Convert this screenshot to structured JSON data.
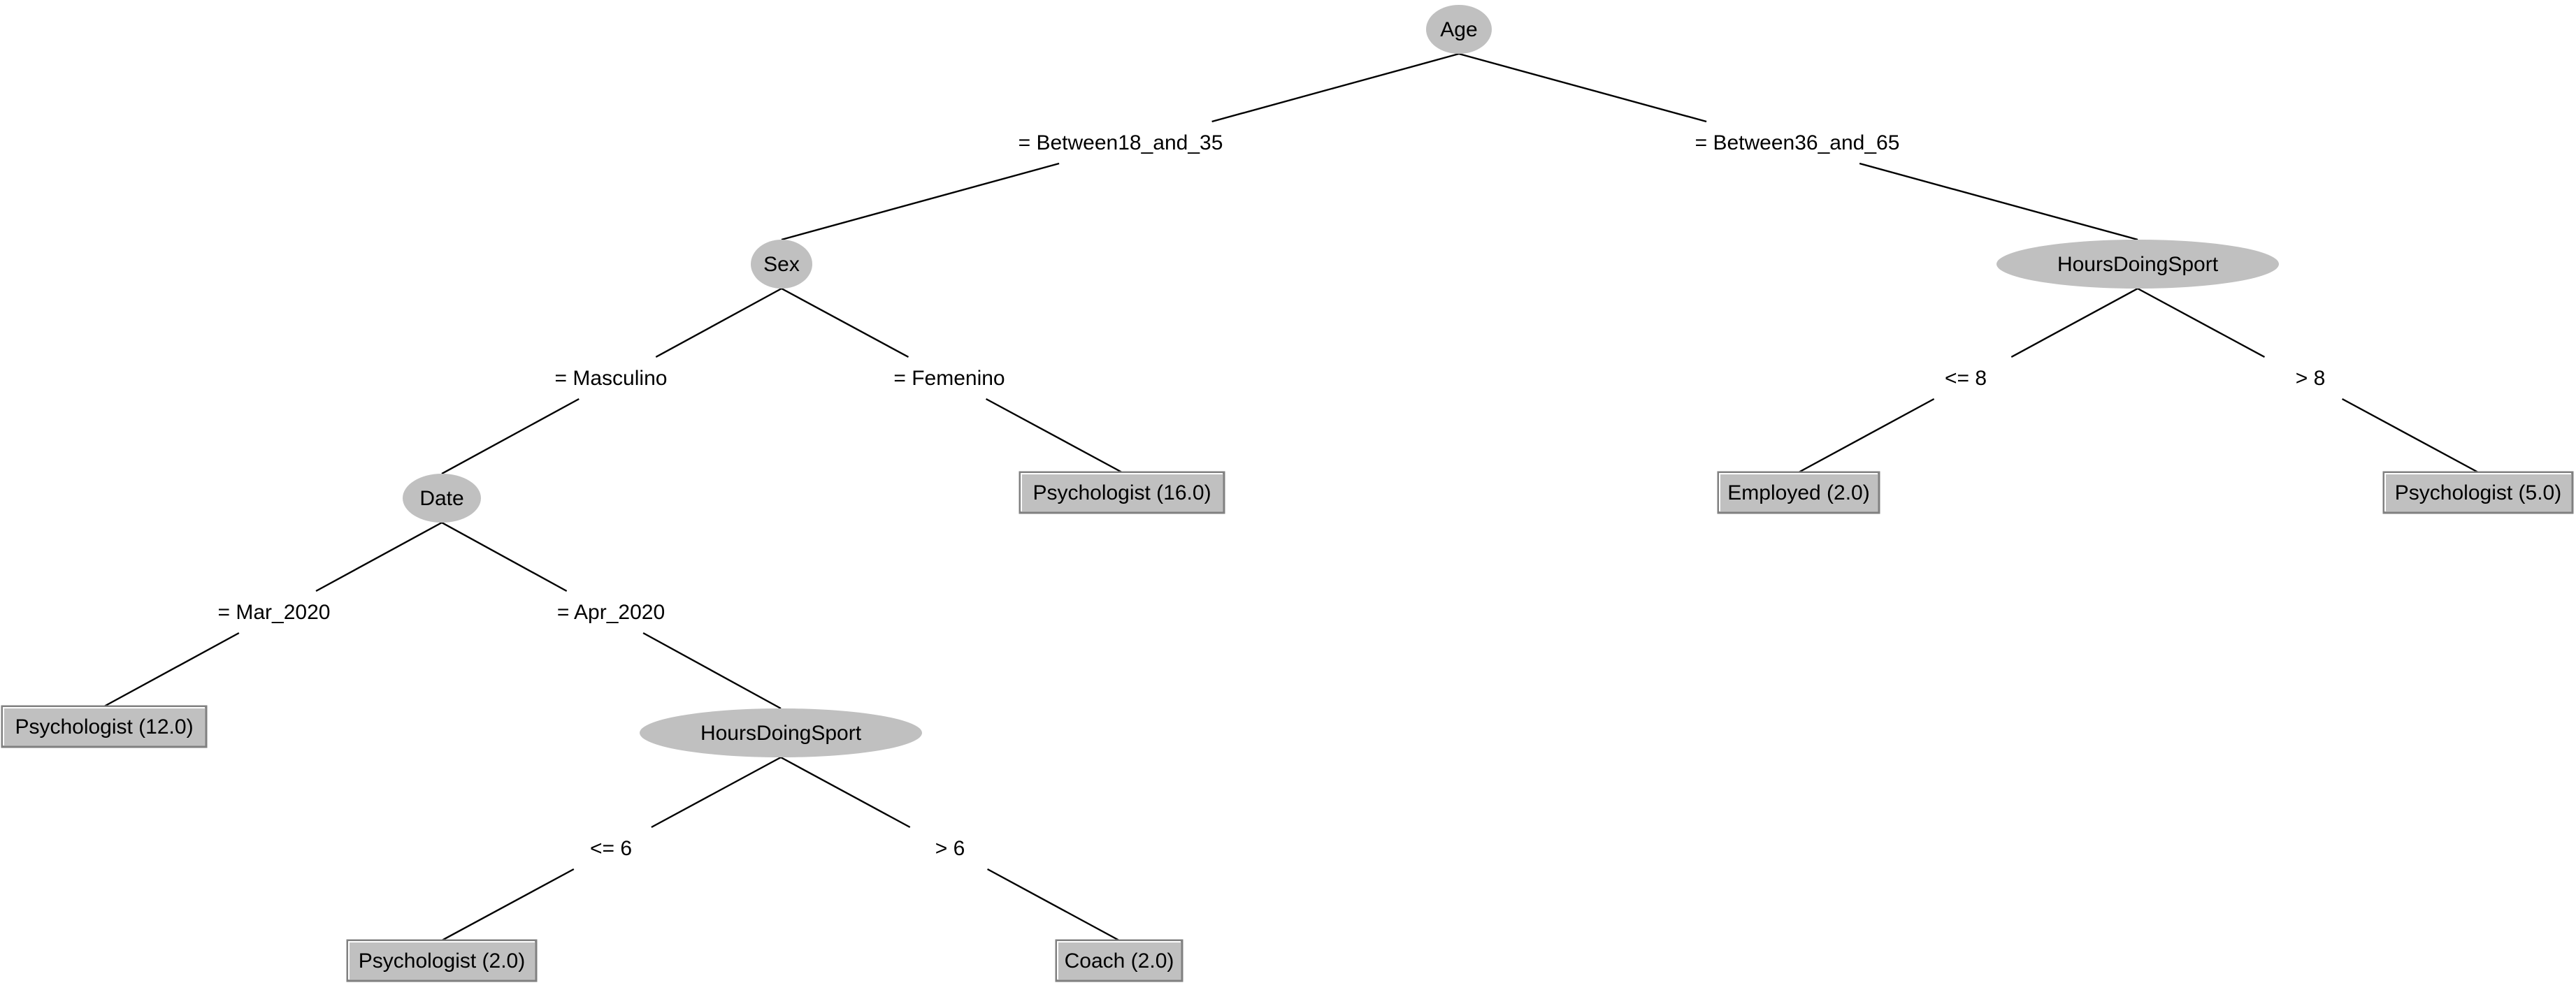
{
  "tree": {
    "nodes": [
      {
        "id": "age",
        "type": "split",
        "label": "Age"
      },
      {
        "id": "sex",
        "type": "split",
        "label": "Sex"
      },
      {
        "id": "hours-right",
        "type": "split",
        "label": "HoursDoingSport"
      },
      {
        "id": "date",
        "type": "split",
        "label": "Date"
      },
      {
        "id": "hours-left",
        "type": "split",
        "label": "HoursDoingSport"
      },
      {
        "id": "leaf-psych-16",
        "type": "leaf",
        "label": "Psychologist (16.0)"
      },
      {
        "id": "leaf-employed-2",
        "type": "leaf",
        "label": "Employed (2.0)"
      },
      {
        "id": "leaf-psych-5",
        "type": "leaf",
        "label": "Psychologist (5.0)"
      },
      {
        "id": "leaf-psych-12",
        "type": "leaf",
        "label": "Psychologist (12.0)"
      },
      {
        "id": "leaf-psych-2",
        "type": "leaf",
        "label": "Psychologist (2.0)"
      },
      {
        "id": "leaf-coach-2",
        "type": "leaf",
        "label": "Coach (2.0)"
      }
    ],
    "edges": [
      {
        "from": "age",
        "to": "sex",
        "label": "= Between18_and_35"
      },
      {
        "from": "age",
        "to": "hours-right",
        "label": "= Between36_and_65"
      },
      {
        "from": "sex",
        "to": "date",
        "label": "= Masculino"
      },
      {
        "from": "sex",
        "to": "leaf-psych-16",
        "label": "= Femenino"
      },
      {
        "from": "hours-right",
        "to": "leaf-employed-2",
        "label": "<= 8"
      },
      {
        "from": "hours-right",
        "to": "leaf-psych-5",
        "label": "> 8"
      },
      {
        "from": "date",
        "to": "leaf-psych-12",
        "label": "= Mar_2020"
      },
      {
        "from": "date",
        "to": "hours-left",
        "label": "= Apr_2020"
      },
      {
        "from": "hours-left",
        "to": "leaf-psych-2",
        "label": "<= 6"
      },
      {
        "from": "hours-left",
        "to": "leaf-coach-2",
        "label": "> 6"
      }
    ]
  }
}
